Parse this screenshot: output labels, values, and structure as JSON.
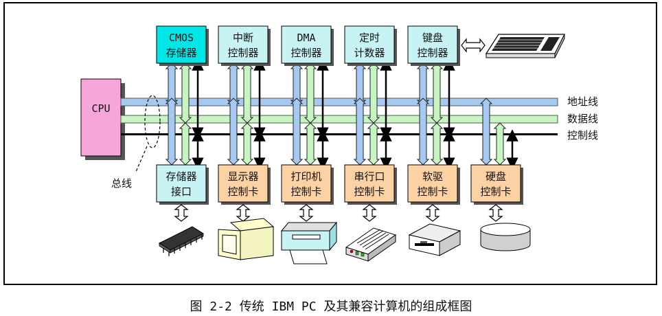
{
  "colors": {
    "cmos_fill": "#00e5e5",
    "top_fill": "#c8f3f4",
    "bottom_fill": "#fcd1a4",
    "storage_fill": "#c8f3f4",
    "cpu_fill": "#f7a6d9",
    "address_bus": "#a5c9f0",
    "data_bus": "#c7f5c2",
    "control_bus": "#000000"
  },
  "cpu": {
    "label": "CPU"
  },
  "top_modules": [
    {
      "line1": "CMOS",
      "line2": "存储器"
    },
    {
      "line1": "中断",
      "line2": "控制器"
    },
    {
      "line1": "DMA",
      "line2": "控制器"
    },
    {
      "line1": "定时",
      "line2": "计数器"
    },
    {
      "line1": "键盘",
      "line2": "控制器"
    }
  ],
  "bottom_modules": [
    {
      "line1": "存储器",
      "line2": "接口"
    },
    {
      "line1": "显示器",
      "line2": "控制卡"
    },
    {
      "line1": "打印机",
      "line2": "控制卡"
    },
    {
      "line1": "串行口",
      "line2": "控制卡"
    },
    {
      "line1": "软驱",
      "line2": "控制卡"
    },
    {
      "line1": "硬盘",
      "line2": "控制卡"
    }
  ],
  "buses": {
    "address": "地址线",
    "data": "数据线",
    "control": "控制线"
  },
  "bus_total_label": "总线",
  "devices": [
    "keyboard-icon",
    "memory-chip-icon",
    "monitor-icon",
    "printer-icon",
    "modem-icon",
    "floppy-drive-icon",
    "hard-disk-icon"
  ],
  "caption": "图 2-2 传统 IBM PC 及其兼容计算机的组成框图"
}
